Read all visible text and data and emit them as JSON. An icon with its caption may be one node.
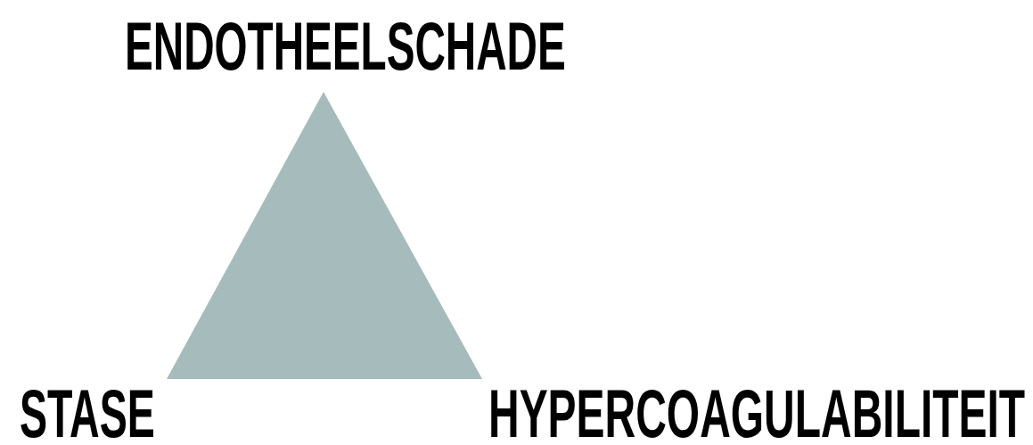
{
  "diagram": {
    "nodes": [
      {
        "text": [],
        "shape": "triangle"
      }
    ],
    "labels": [
      "ENDOTHEELSCHADE",
      "STASE",
      "HYPERCOAGULABILITEIT"
    ]
  }
}
